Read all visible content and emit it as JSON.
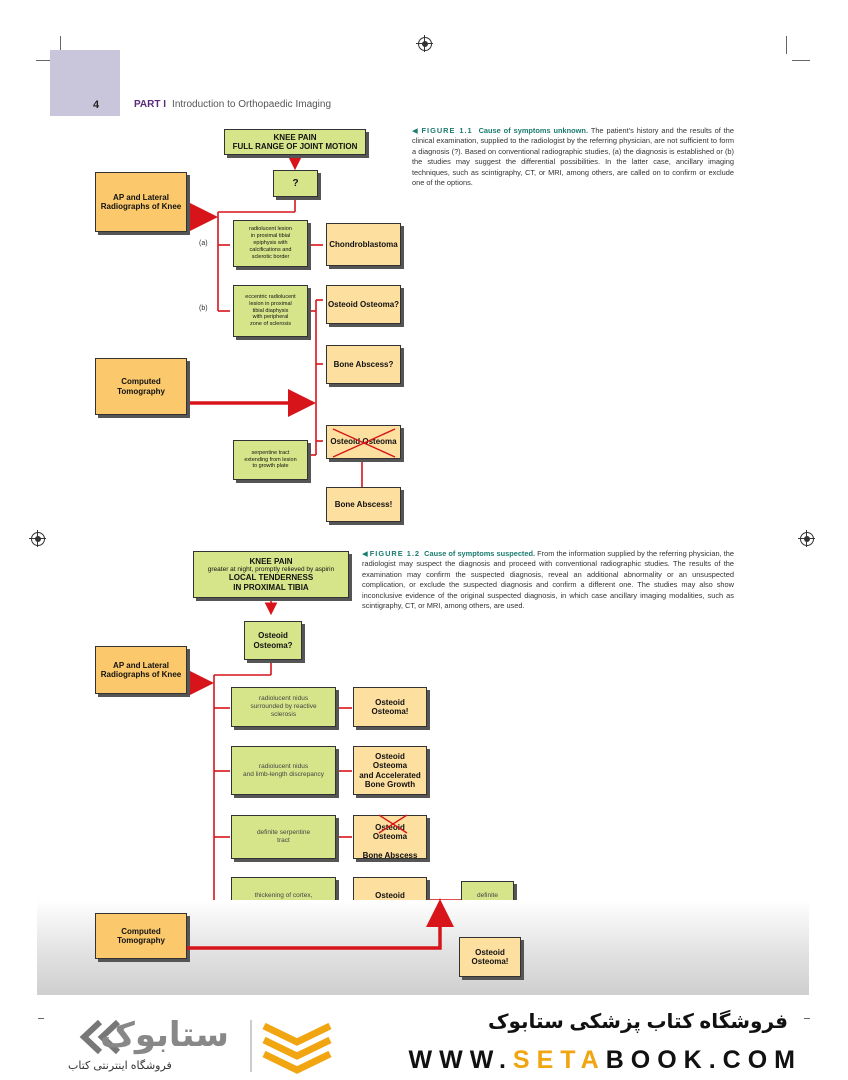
{
  "header": {
    "page_number": "4",
    "part_label": "PART I",
    "part_title": "Introduction to Orthopaedic Imaging"
  },
  "figure1": {
    "caption_label": "FIGURE 1.1",
    "caption_title": "Cause of symptoms unknown.",
    "caption_text": "The patient's history and the results of the clinical examination, supplied to the radiologist by the referring physician, are not sufficient to form a diagnosis (?). Based on conventional radiographic studies, (a) the diagnosis is established or (b) the studies may suggest the differential possibilities. In the latter case, ancillary imaging techniques, such as scintigraphy, CT, or MRI, among others, are called on to confirm or exclude one of the options.",
    "top_box": "KNEE PAIN\nFULL RANGE OF JOINT MOTION",
    "question_box": "?",
    "radiographs_box": "AP and Lateral\nRadiographs of Knee",
    "label_a": "(a)",
    "label_b": "(b)",
    "finding_a": "radiolucent lesion\nin proximal tibial\nepiphysis with\ncalcifications and\nsclerotic border",
    "result_a": "Chondroblastoma",
    "finding_b": "eccentric radiolucent\nlesion in proximal\ntibial diaphysis\nwith peripheral\nzone of sclerosis",
    "diff_1": "Osteoid Osteoma?",
    "diff_2": "Bone Abscess?",
    "ct_box": "Computed\nTomography",
    "ct_finding": "serpentine tract\nextending from lesion\nto growth plate",
    "excluded": "Osteoid Osteoma",
    "final": "Bone Abscess!"
  },
  "figure2": {
    "caption_label": "FIGURE 1.2",
    "caption_title": "Cause of symptoms suspected.",
    "caption_text": "From the information supplied by the referring physician, the radiologist may suspect the diagnosis and proceed with conventional radiographic studies. The results of the examination may confirm the suspected diagnosis, reveal an additional abnormality or an unsuspected complication, or exclude the suspected diagnosis and confirm a different one. The studies may also show inconclusive evidence of the original suspected diagnosis, in which case ancillary imaging modalities, such as scintigraphy, CT, or MRI, among others, are used.",
    "top_title": "KNEE PAIN",
    "top_sub": "greater at night, promptly relieved by aspirin",
    "top_title2": "LOCAL TENDERNESS\nIN PROXIMAL TIBIA",
    "suspect_box": "Osteoid\nOsteoma?",
    "radiographs_box": "AP and Lateral\nRadiographs of Knee",
    "finding_1": "radiolucent nidus\nsurrounded by reactive\nsclerosis",
    "result_1": "Osteoid\nOsteoma!",
    "finding_2": "radiolucent nidus\nand limb-length discrepancy",
    "result_2": "Osteoid\nOsteoma\nand Accelerated\nBone Growth",
    "finding_3": "definite serpentine\ntract",
    "result_3_excluded": "Osteoid\nOsteoma",
    "result_3": "Bone Abscess",
    "finding_4": "thickening of cortex,\nno definite nidus",
    "result_4": "Osteoid\nOsteoma?",
    "ct_box": "Computed\nTomography",
    "ct_finding": "definite\nnidus",
    "final": "Osteoid\nOsteoma!"
  },
  "footer": {
    "store_name_fa": "فروشگاه کتاب پزشکی ستابوک",
    "url_prefix": "WWW.",
    "url_highlight": "SETA",
    "url_suffix": "BOOK.COM",
    "logo_word": "ستابوک",
    "logo_tagline": "فروشگاه اینترنتی کتاب"
  },
  "colors": {
    "finding_green": "#d6e58a",
    "result_tan": "#fddf9f",
    "source_orange": "#fbc96b",
    "arrow_red": "#d7141a",
    "caption_teal": "#1a7b6e",
    "accent_yellow": "#f1a511"
  }
}
